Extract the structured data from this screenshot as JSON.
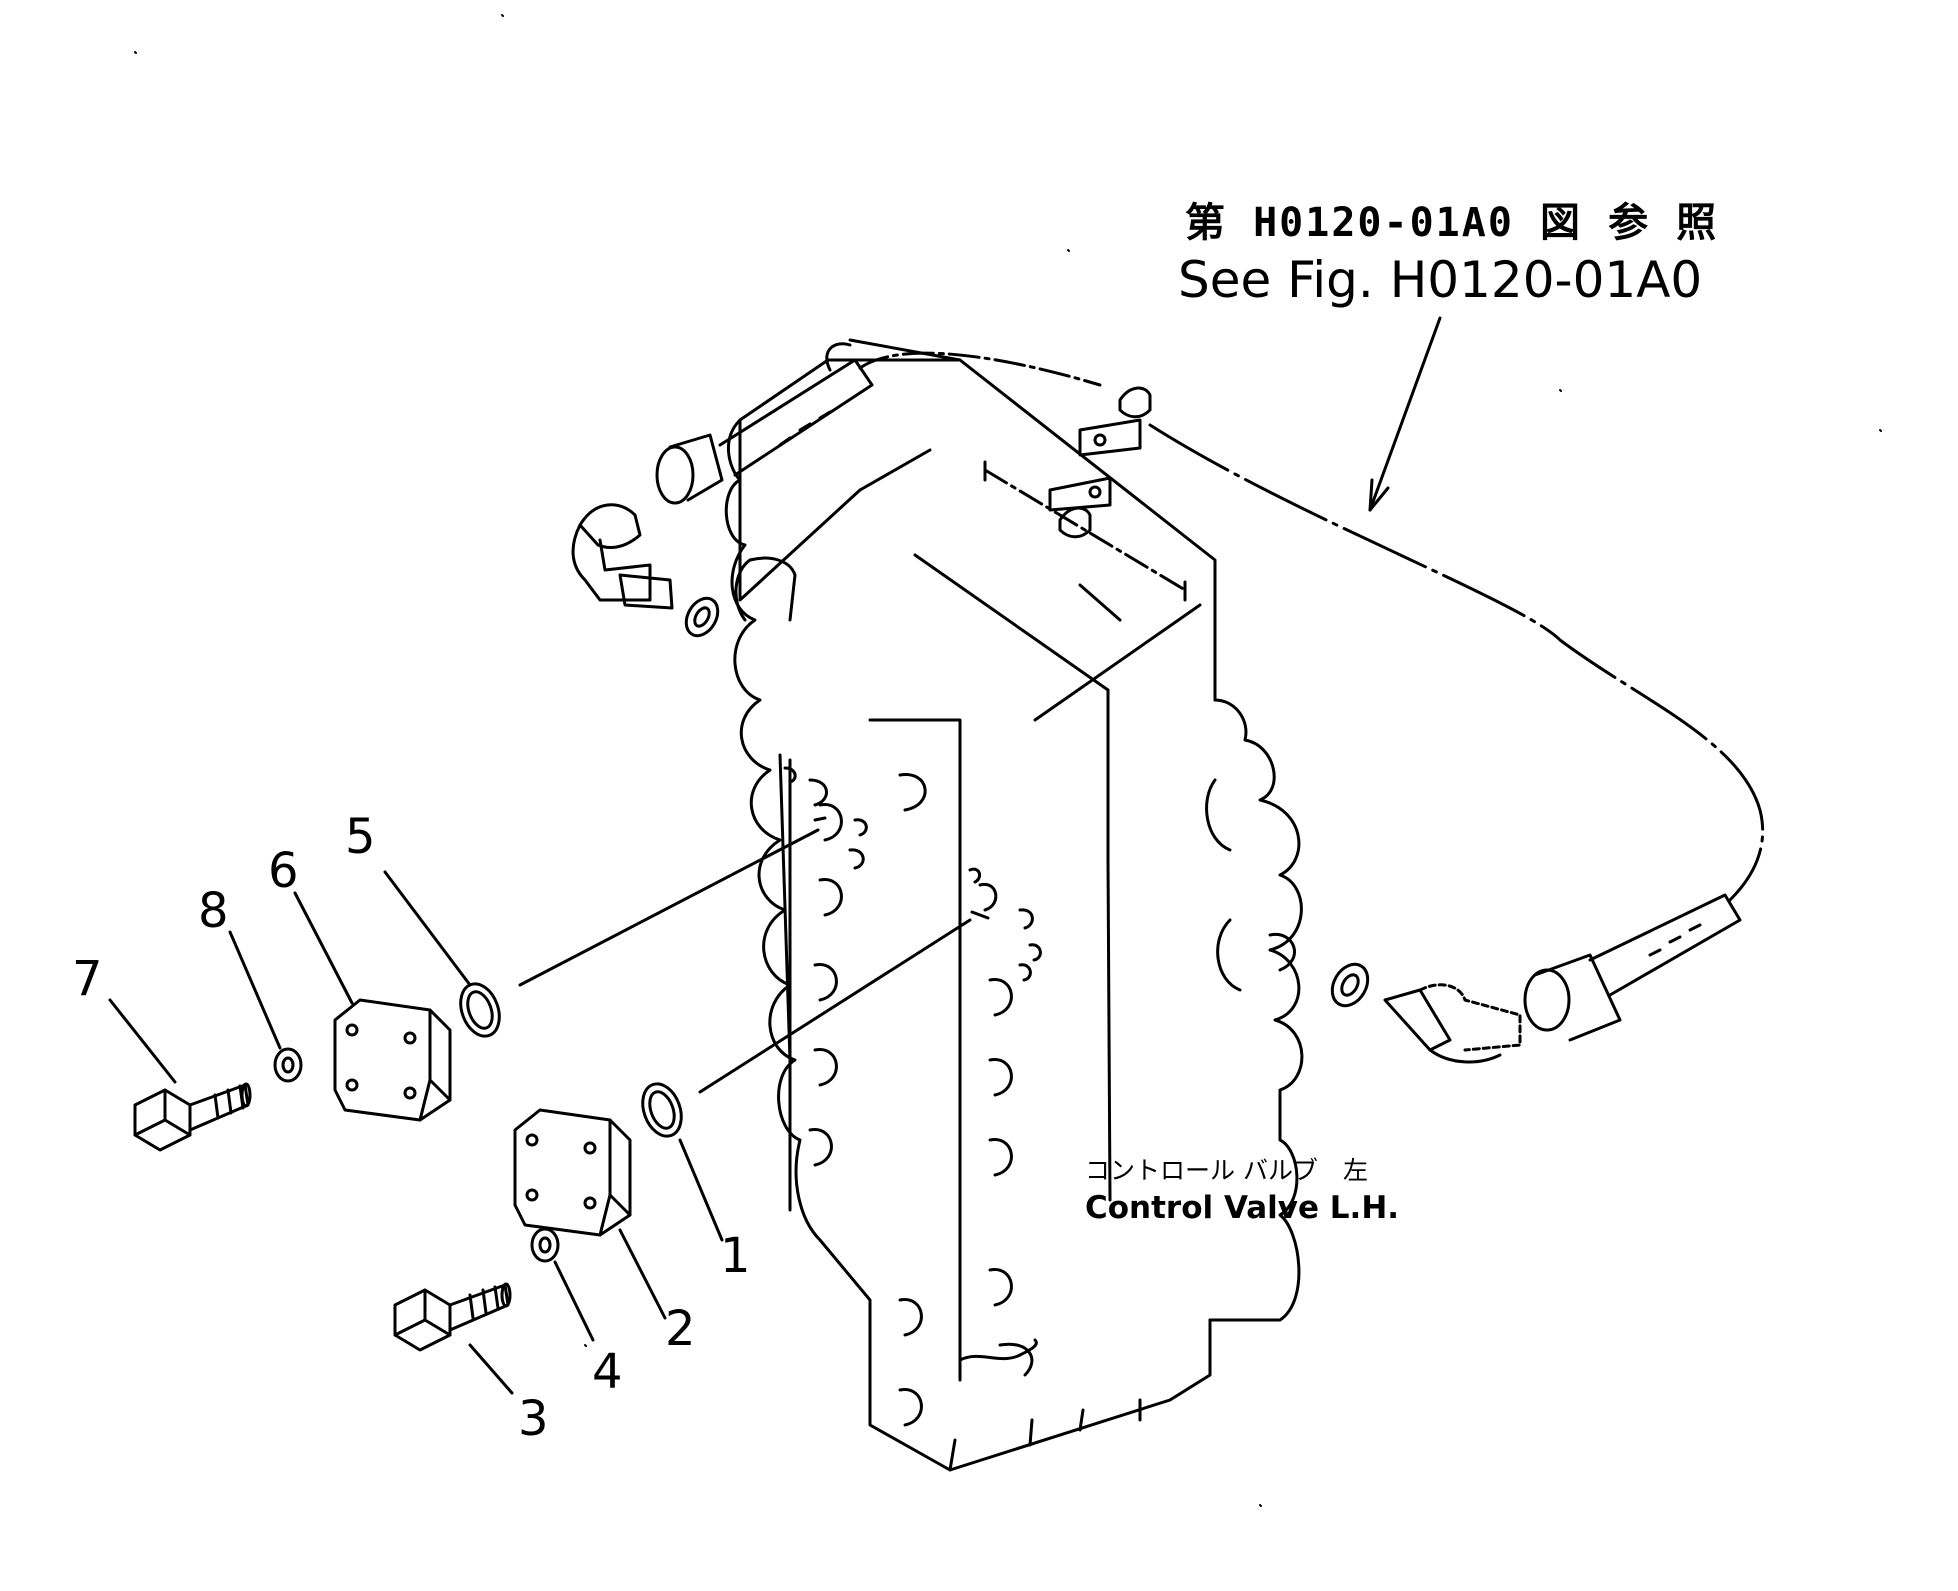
{
  "reference": {
    "japanese": "第 H0120-01A0 図 参 照",
    "english": "See Fig. H0120-01A0"
  },
  "caption": {
    "japanese": "コントロール バルブ　左",
    "english": "Control Valve L.H."
  },
  "callouts": {
    "c1": "1",
    "c2": "2",
    "c3": "3",
    "c4": "4",
    "c5": "5",
    "c6": "6",
    "c7": "7",
    "c8": "8"
  },
  "colors": {
    "ink": "#000000",
    "paper": "#ffffff"
  }
}
